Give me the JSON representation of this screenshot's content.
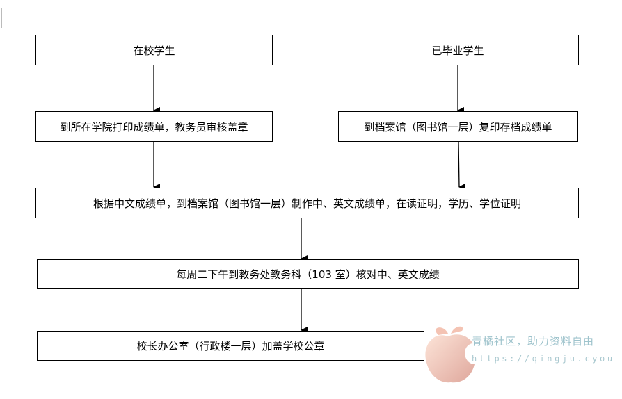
{
  "flowchart": {
    "current_students": "在校学生",
    "graduated_students": "已毕业学生",
    "current_step": "到所在学院打印成绩单，教务员审核盖章",
    "graduated_step": "到档案馆（图书馆一层）复印存档成绩单",
    "make_transcripts": "根据中文成绩单，到档案馆（图书馆一层）制作中、英文成绩单，在读证明，学历、学位证明",
    "verify": "每周二下午到教务处教务科（103 室）核对中、英文成绩",
    "stamp": "校长办公室（行政楼一层）加盖学校公章"
  },
  "watermark": {
    "slogan": "青橘社区，助力资料自由",
    "url": "https://qingju.cyou"
  }
}
